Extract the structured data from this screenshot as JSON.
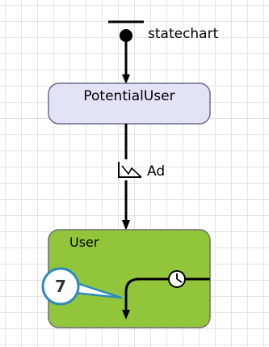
{
  "diagram": {
    "entry_point": {
      "label": "statechart"
    },
    "states": [
      {
        "id": "potential-user",
        "label": "PotentialUser"
      },
      {
        "id": "user",
        "label": "User"
      }
    ],
    "transitions": [
      {
        "from": "entry",
        "to": "potential-user",
        "label": ""
      },
      {
        "from": "potential-user",
        "to": "user",
        "label": "Ad",
        "trigger_icon": "message-trigger-icon"
      },
      {
        "from": "user",
        "to": "user-internal",
        "label": "",
        "trigger_icon": "timeout-clock-icon"
      }
    ],
    "callout": {
      "number": "7"
    }
  },
  "colors": {
    "grid": "#e3e3e3",
    "state_potential_fill": "#e3e3f8",
    "state_potential_border": "#6a6a8a",
    "state_user_fill": "#92c63a",
    "state_user_border": "#6e6e6e",
    "callout_fill": "#ffffff",
    "callout_border": "#2e8ab8",
    "line": "#000000"
  }
}
